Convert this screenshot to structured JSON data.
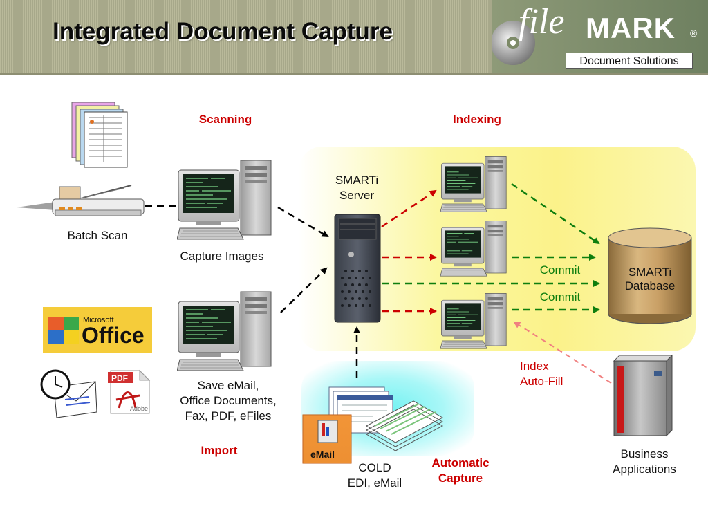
{
  "header": {
    "title": "Integrated Document Capture",
    "logo_file": "file",
    "logo_mark": "MARK",
    "logo_reg": "®",
    "logo_subtitle": "Document Solutions"
  },
  "sections": {
    "scanning": "Scanning",
    "indexing": "Indexing",
    "import": "Import",
    "automatic_capture": [
      "Automatic",
      "Capture"
    ]
  },
  "nodes": {
    "batch_scan": "Batch Scan",
    "capture_images": "Capture Images",
    "save_email": [
      "Save eMail,",
      "Office Documents,",
      "Fax, PDF, eFiles"
    ],
    "smarti_server": [
      "SMARTi",
      "Server"
    ],
    "smarti_database": [
      "SMARTi",
      "Database"
    ],
    "cold": [
      "COLD",
      "EDI, eMail"
    ],
    "business_apps": [
      "Business",
      "Applications"
    ],
    "index_autofill": [
      "Index",
      "Auto-Fill"
    ],
    "email_badge": "eMail"
  },
  "arrows": {
    "commit_1": "Commit",
    "commit_2": "Commit"
  },
  "logos": {
    "office_small": "Microsoft",
    "office_big": "Office",
    "pdf": "PDF",
    "adobe": "Adobe"
  },
  "colors": {
    "accent_red": "#cc0000",
    "commit_green": "#0e7e0e",
    "autofill_pink": "#f08080",
    "database_tan": "#b8925a"
  }
}
